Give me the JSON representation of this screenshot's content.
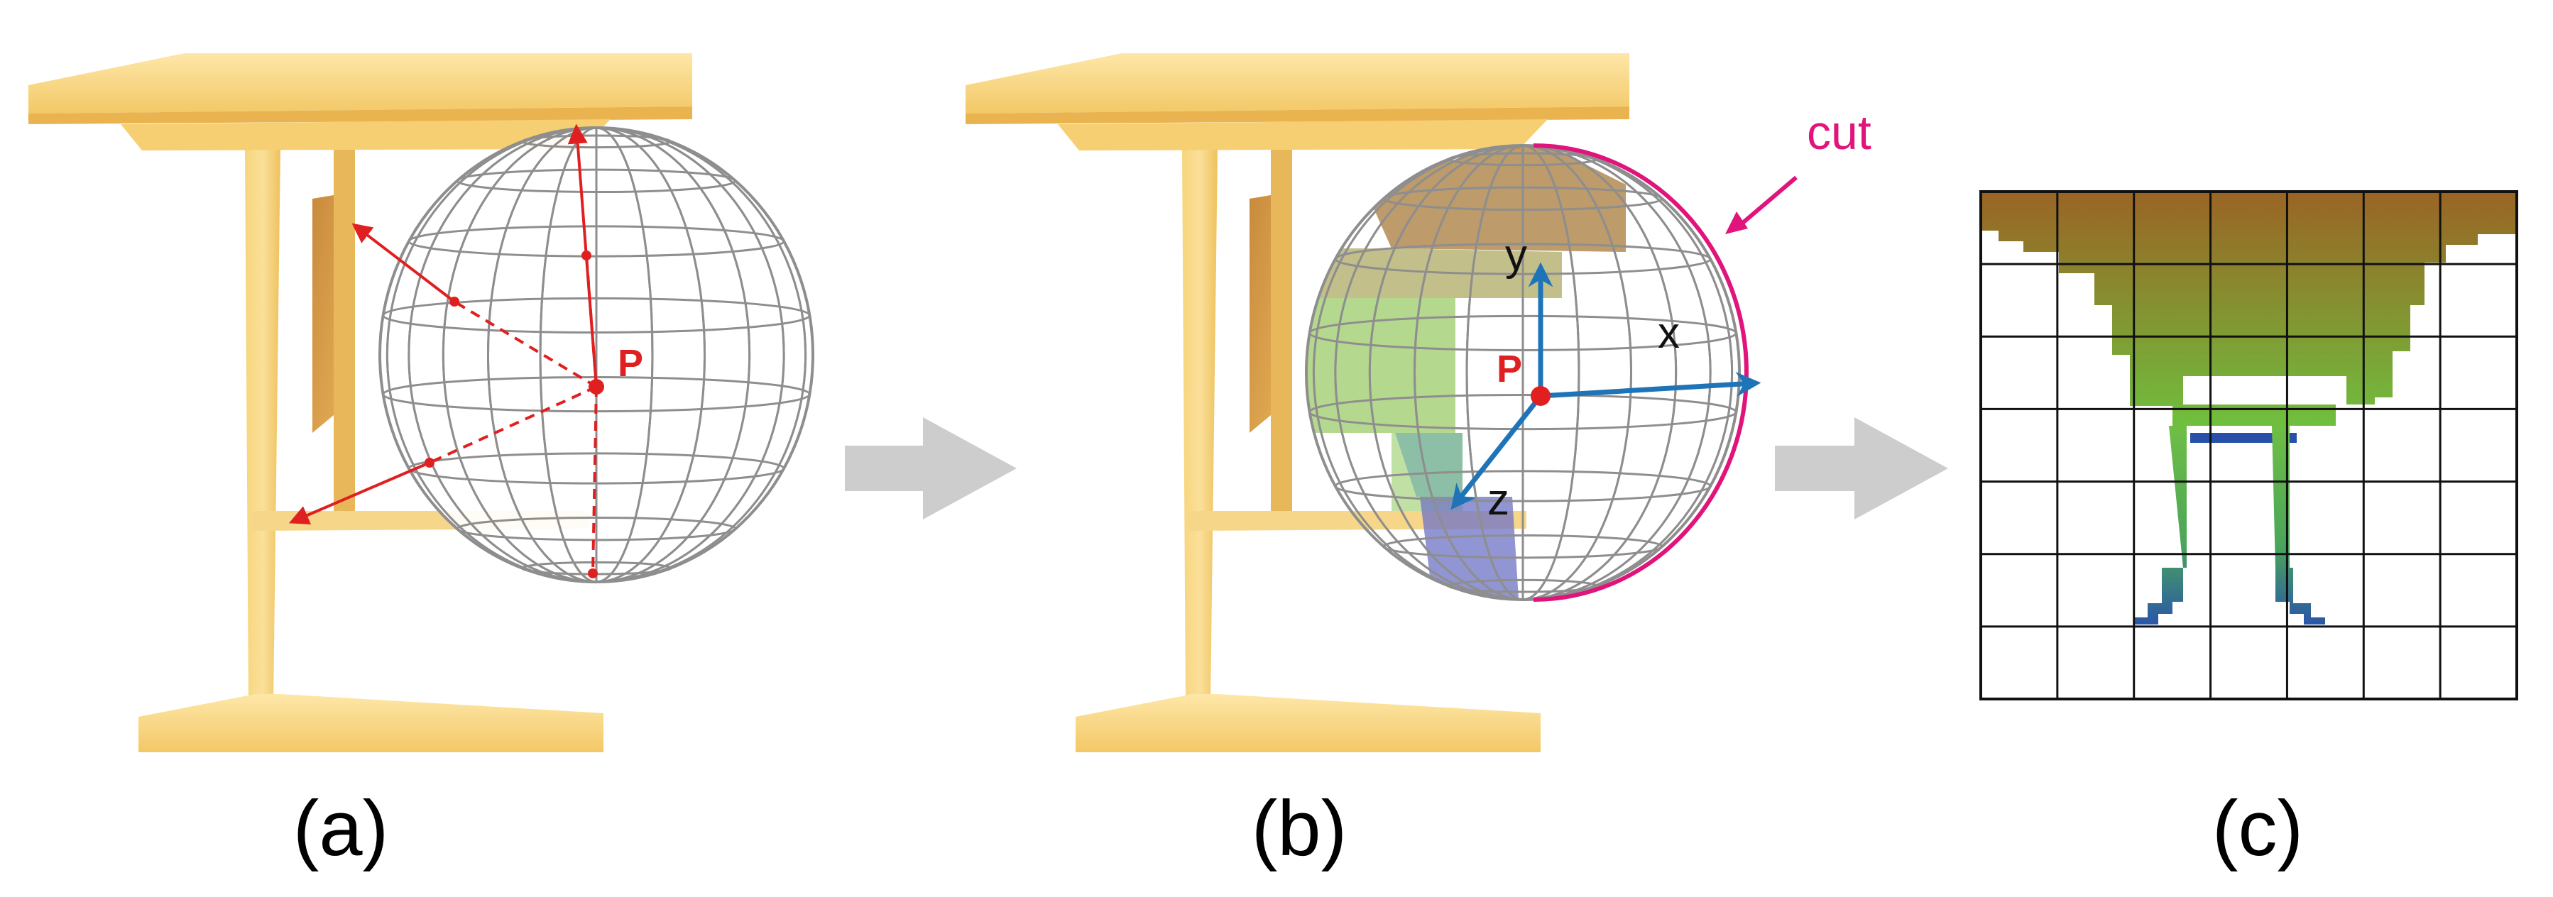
{
  "panels": [
    {
      "id": "a",
      "caption": "(a)"
    },
    {
      "id": "b",
      "caption": "(b)"
    },
    {
      "id": "c",
      "caption": "(c)"
    }
  ],
  "labels": {
    "point": "P",
    "cut": "cut",
    "axis_x": "x",
    "axis_y": "y",
    "axis_z": "z"
  },
  "colors": {
    "beam_light": "#FBDD8A",
    "beam_mid": "#F5CE6D",
    "beam_dark": "#D9A448",
    "ray": "#E02020",
    "axis": "#1F74B8",
    "cut": "#E0147A",
    "arrow": "#C9C9C9",
    "wire": "#8E8E8E",
    "top": "#9A6424",
    "mid": "#7CC24A",
    "bottom": "#1F3E9A"
  },
  "grid": {
    "rows": 7,
    "cols": 7
  }
}
